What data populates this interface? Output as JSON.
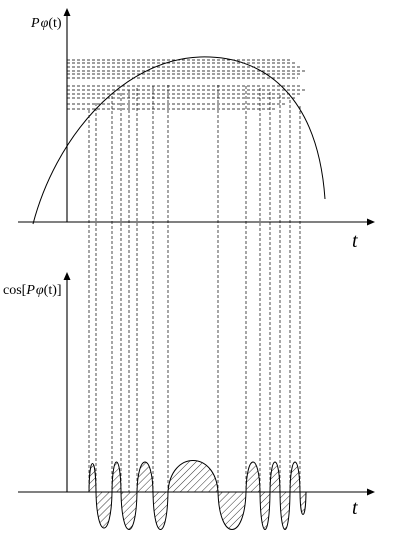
{
  "top_plot": {
    "ylabel_prefix": "P",
    "ylabel_phi": "φ",
    "ylabel_arg": "(t)",
    "xlabel": "t"
  },
  "bottom_plot": {
    "ylabel_func": "cos",
    "ylabel_open": "[",
    "ylabel_prefix": "P",
    "ylabel_phi": "φ",
    "ylabel_arg": "(t)",
    "ylabel_close": "]",
    "xlabel": "t"
  }
}
